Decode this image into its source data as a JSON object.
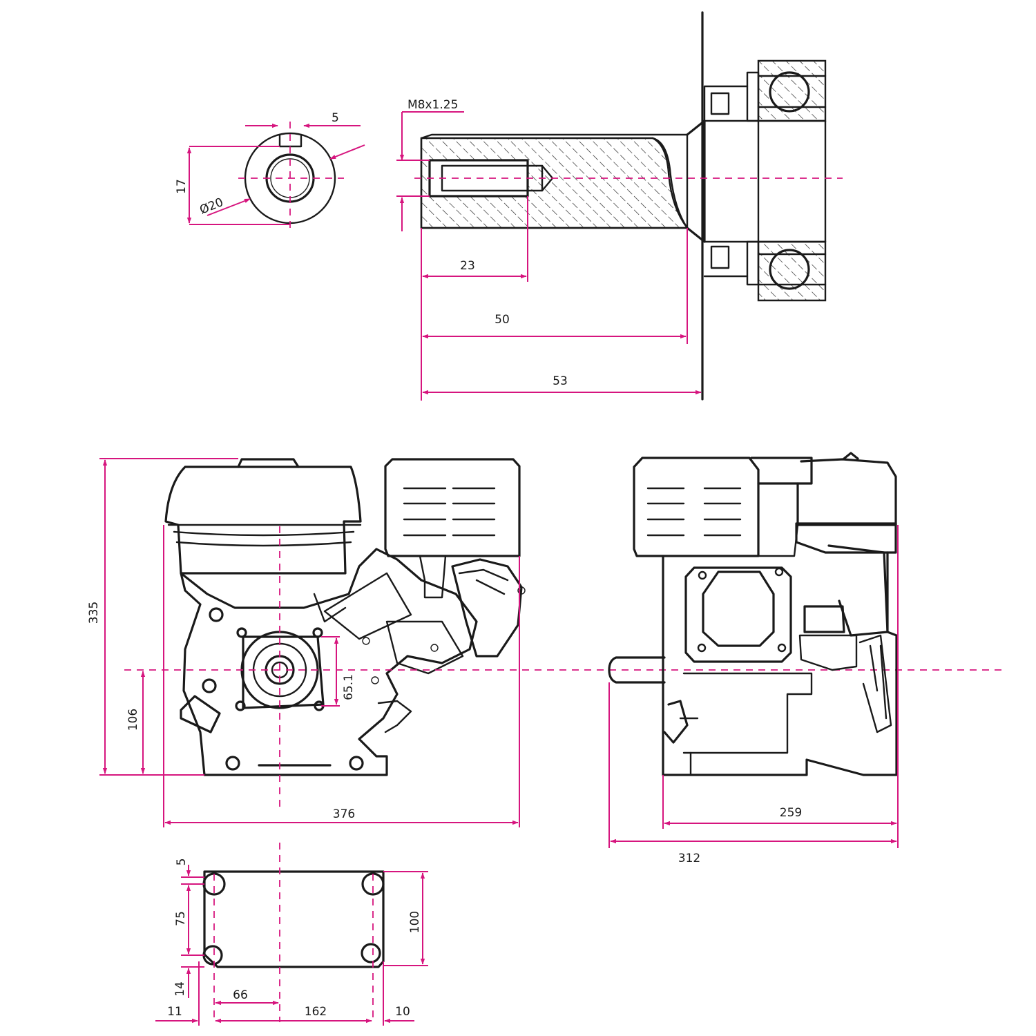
{
  "colors": {
    "dimension": "#d6157e",
    "line": "#1a1a1a",
    "background": "#ffffff"
  },
  "shaft_end_view": {
    "key_width": "5",
    "key_depth": "17",
    "diameter": "Ø20"
  },
  "shaft_section": {
    "thread": "M8x1.25",
    "thread_depth": "23",
    "shaft_length": "50",
    "total_length": "53"
  },
  "front_view": {
    "height": "335",
    "shaft_height": "106",
    "bolt_square": "65.1",
    "width": "376"
  },
  "side_view": {
    "crankcase_depth": "259",
    "overall_depth": "312"
  },
  "base_mount": {
    "hole_edge": "5",
    "hole_spacing_v": "75",
    "depth": "100",
    "offset_bottom": "14",
    "edge_left": "11",
    "axis_offset": "66",
    "hole_spacing_h": "162",
    "edge_right": "10"
  }
}
